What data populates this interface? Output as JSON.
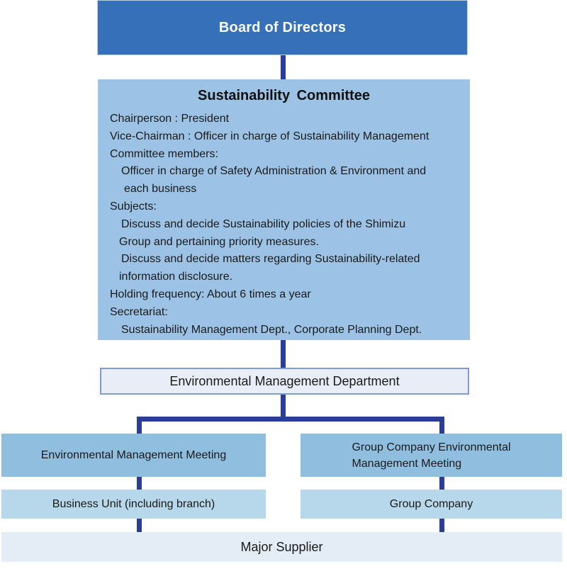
{
  "board": {
    "label": "Board of Directors"
  },
  "committee": {
    "title": "Sustainability Committee",
    "lines": [
      "Chairperson : President",
      "Vice-Chairman : Officer in charge of Sustainability Management",
      "Committee members:",
      "Officer in charge of Safety Administration & Environment and",
      "each business",
      "Subjects:",
      "Discuss and decide Sustainability policies of the Shimizu",
      "Group and pertaining priority measures.",
      "Discuss and decide matters regarding Sustainability-related",
      "information disclosure.",
      "Holding frequency: About 6 times a year",
      "Secretariat:",
      "Sustainability Management Dept., Corporate Planning Dept."
    ]
  },
  "emd": {
    "label": "Environmental Management Department"
  },
  "meetings": {
    "left": "Environmental Management Meeting",
    "right_line1": "Group Company Environmental",
    "right_line2": "Management Meeting"
  },
  "units": {
    "left": "Business Unit (including branch)",
    "right": "Group Company"
  },
  "supplier": {
    "label": "Major Supplier"
  },
  "colors": {
    "board_fill": "#3570B8",
    "committee_fill": "#9CC3E5",
    "emd_fill": "#E9EDF8",
    "emd_border": "#7E9CD3",
    "meeting_fill": "#90BEDF",
    "unit_fill": "#B7D7EA",
    "supplier_fill": "#E4EDF5",
    "connector": "#2B3E95",
    "board_text": "#FFFFFF",
    "body_text": "#1A1A1A"
  }
}
